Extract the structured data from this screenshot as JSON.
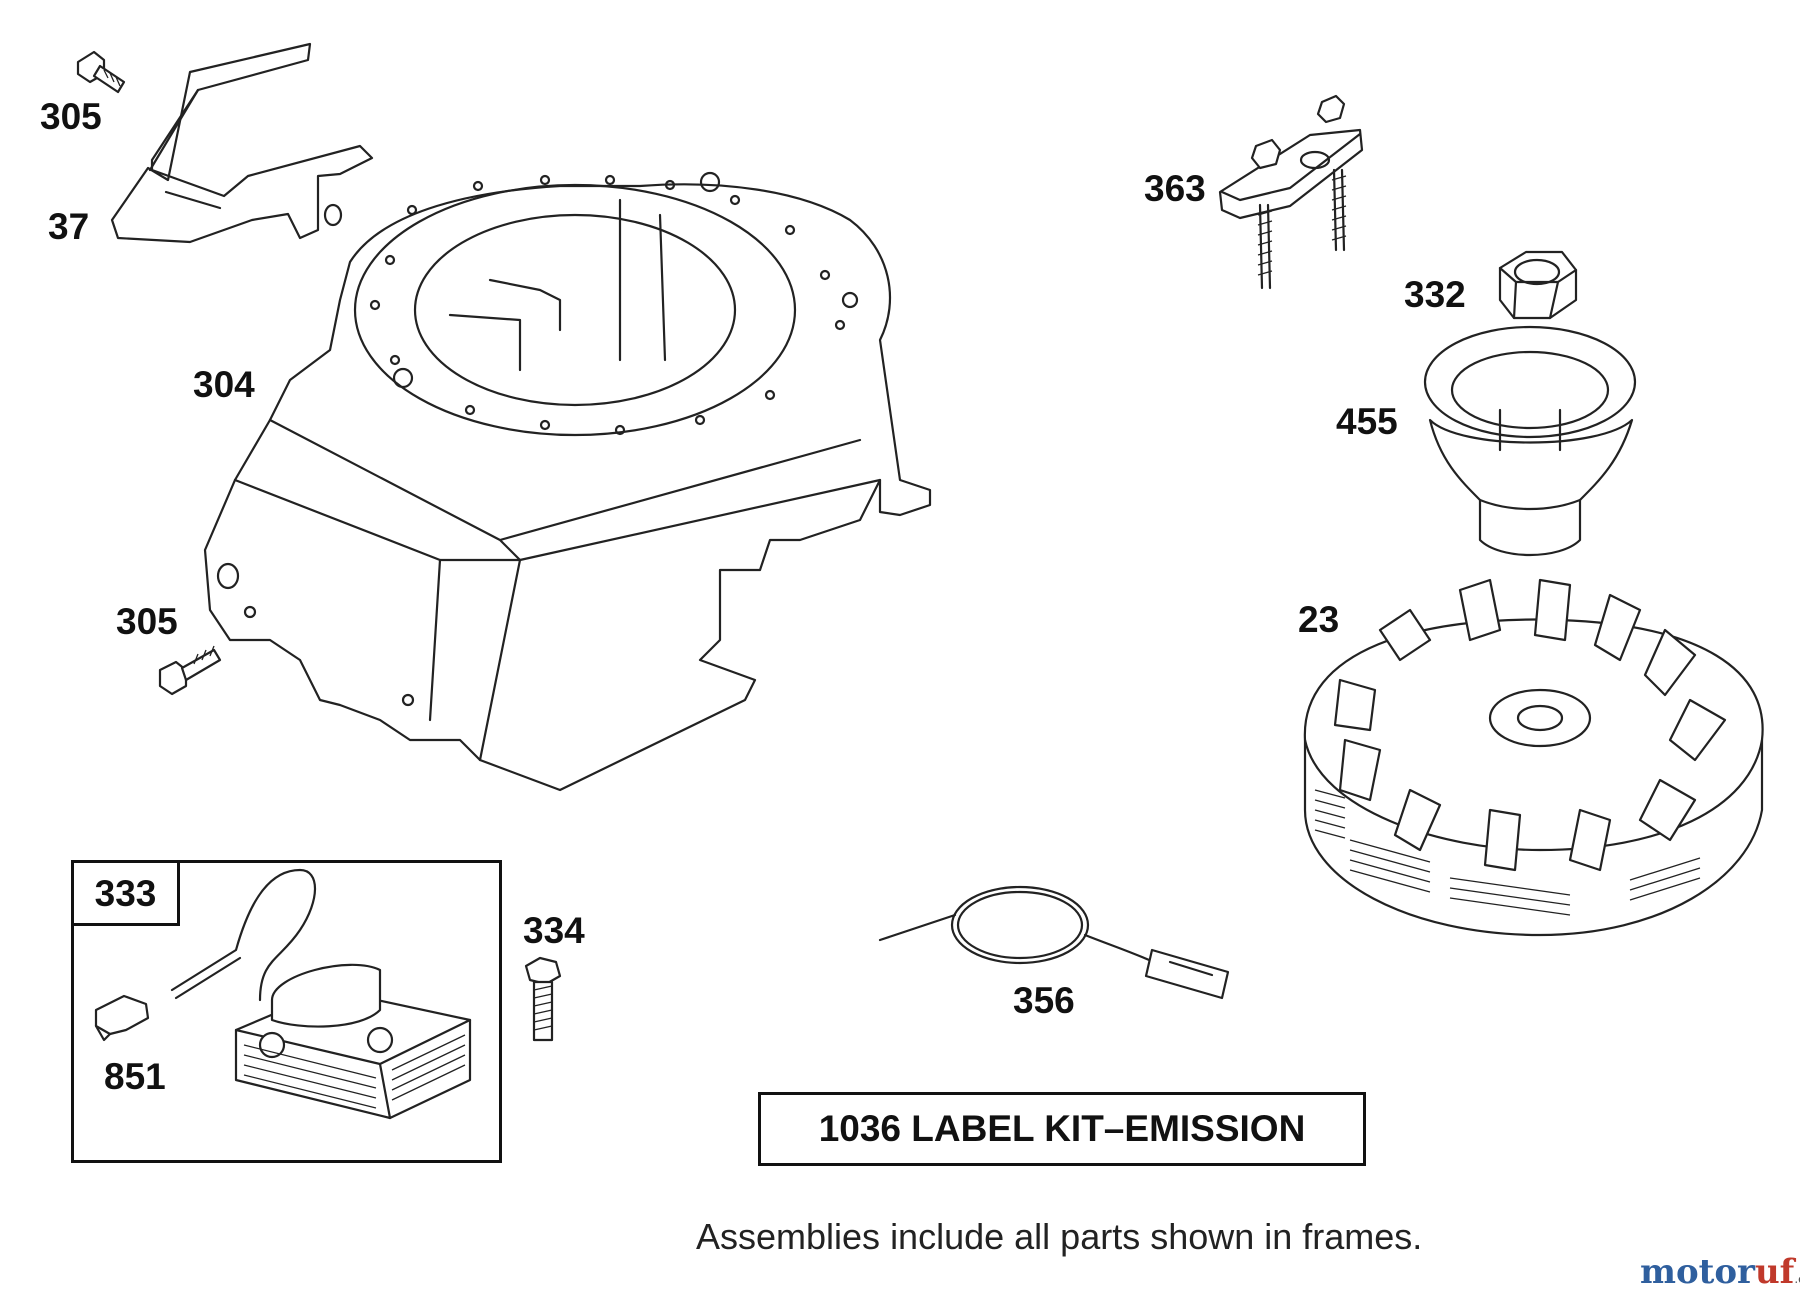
{
  "labels": {
    "p305a": "305",
    "p37": "37",
    "p304": "304",
    "p305b": "305",
    "p363": "363",
    "p332": "332",
    "p455": "455",
    "p23": "23",
    "p333": "333",
    "p334": "334",
    "p851": "851",
    "p356": "356"
  },
  "kit_label": "1036 LABEL KIT–EMISSION",
  "note": "Assemblies include all parts shown in frames.",
  "watermark": {
    "main": "motoruf",
    "suffix": ".de",
    "color_motor": "#2f5f9e",
    "color_uf": "#c0392b"
  }
}
